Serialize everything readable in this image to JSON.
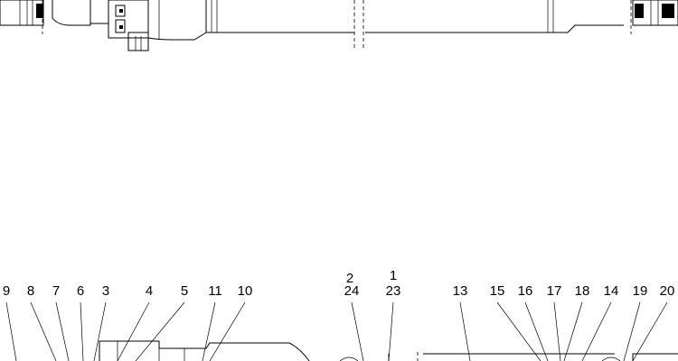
{
  "callouts_row1": [
    "9",
    "8",
    "7",
    "6",
    "3",
    "4",
    "5",
    "11",
    "10",
    "24",
    "23",
    "13",
    "15",
    "16",
    "17",
    "18",
    "14",
    "19",
    "20"
  ],
  "callouts_row2": [
    "2",
    "1"
  ],
  "colors": {
    "line": "#000000",
    "background": "#ffffff"
  }
}
